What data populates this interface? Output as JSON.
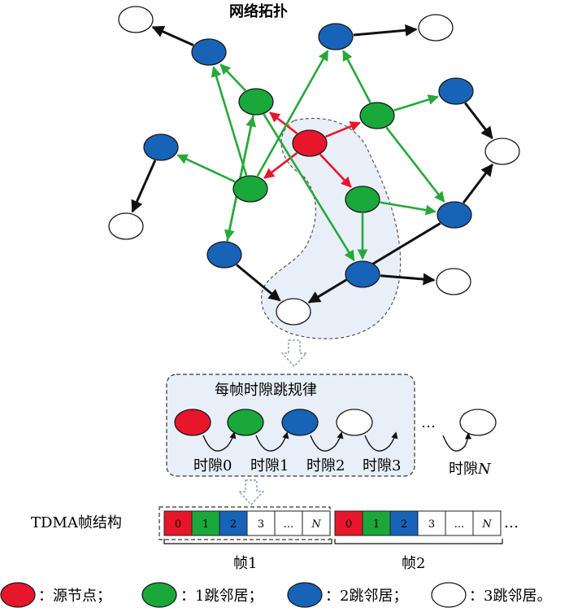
{
  "title": "网络拓扑",
  "rule_title": "每帧时隙跳规律",
  "slot_labels": [
    "时隙0",
    "时隙1",
    "时隙2",
    "时隙3"
  ],
  "slot_n_prefix": "时隙",
  "slot_n_symbol": "N",
  "ellipsis": "…",
  "tdma_label": "TDMA帧结构",
  "frame_labels": [
    "帧1",
    "帧2"
  ],
  "frame_cells": [
    "0",
    "1",
    "2",
    "3",
    "...",
    "N"
  ],
  "legend": [
    {
      "color": "red",
      "text": "：源节点；"
    },
    {
      "color": "green",
      "text": "：1跳邻居；"
    },
    {
      "color": "blue",
      "text": "：2跳邻居；"
    },
    {
      "color": "white",
      "text": "：3跳邻居。"
    }
  ],
  "colors": {
    "red": "#e8162a",
    "green": "#1aa83a",
    "blue": "#1763b8",
    "white": "#ffffff",
    "arrow_red": "#e8162a",
    "arrow_green": "#27a83a",
    "arrow_black": "#111111",
    "highlight_fill": "#e9eff8"
  },
  "nodes": [
    {
      "id": "S",
      "type": "red"
    },
    {
      "id": "G1",
      "type": "green"
    },
    {
      "id": "G2",
      "type": "green"
    },
    {
      "id": "G3",
      "type": "green"
    },
    {
      "id": "G4",
      "type": "green"
    },
    {
      "id": "B1",
      "type": "blue"
    },
    {
      "id": "B2",
      "type": "blue"
    },
    {
      "id": "B3",
      "type": "blue"
    },
    {
      "id": "B4",
      "type": "blue"
    },
    {
      "id": "B5",
      "type": "blue"
    },
    {
      "id": "B6",
      "type": "blue"
    },
    {
      "id": "B7",
      "type": "blue"
    },
    {
      "id": "W1",
      "type": "white"
    },
    {
      "id": "W2",
      "type": "white"
    },
    {
      "id": "W3",
      "type": "white"
    },
    {
      "id": "W4",
      "type": "white"
    },
    {
      "id": "W5",
      "type": "white"
    },
    {
      "id": "W6",
      "type": "white"
    }
  ],
  "edges": [
    {
      "from": "S",
      "to": "G1",
      "color": "red"
    },
    {
      "from": "S",
      "to": "G2",
      "color": "red"
    },
    {
      "from": "S",
      "to": "G3",
      "color": "red"
    },
    {
      "from": "S",
      "to": "G4",
      "color": "red"
    },
    {
      "from": "G1",
      "to": "B1",
      "color": "green"
    },
    {
      "from": "G1",
      "to": "B2",
      "color": "green"
    },
    {
      "from": "G1",
      "to": "B3",
      "color": "green"
    },
    {
      "from": "G2",
      "to": "B2",
      "color": "green"
    },
    {
      "from": "G2",
      "to": "B4",
      "color": "green"
    },
    {
      "from": "G2",
      "to": "B5",
      "color": "green"
    },
    {
      "from": "G3",
      "to": "B3",
      "color": "green"
    },
    {
      "from": "G3",
      "to": "B6",
      "color": "green"
    },
    {
      "from": "G3",
      "to": "B7",
      "color": "green"
    },
    {
      "from": "G4",
      "to": "B7",
      "color": "green"
    },
    {
      "from": "G4",
      "to": "B5",
      "color": "green"
    },
    {
      "from": "B4",
      "to": "G2",
      "color": "green"
    },
    {
      "from": "B1",
      "to": "W1",
      "color": "black"
    },
    {
      "from": "B2",
      "to": "W2",
      "color": "black"
    },
    {
      "from": "B3",
      "to": "W3",
      "color": "black"
    },
    {
      "from": "B4",
      "to": "W4",
      "color": "black"
    },
    {
      "from": "B5",
      "to": "W5",
      "color": "black"
    },
    {
      "from": "B6",
      "to": "W6",
      "color": "black"
    },
    {
      "from": "B7",
      "to": "W6",
      "color": "black"
    },
    {
      "from": "B7",
      "to": "W4",
      "color": "black"
    }
  ]
}
